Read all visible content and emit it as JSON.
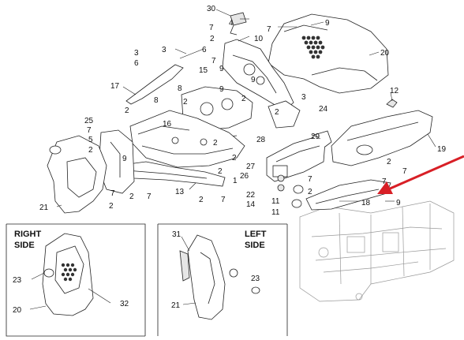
{
  "colors": {
    "arrow": "#d81f26",
    "line": "#222222",
    "ghost": "#999999"
  },
  "insets": {
    "right": {
      "title_line1": "RIGHT",
      "title_line2": "SIDE"
    },
    "left": {
      "title_line1": "LEFT",
      "title_line2": "SIDE"
    }
  },
  "callouts": [
    {
      "id": "c30",
      "text": "30"
    },
    {
      "id": "c4",
      "text": "4"
    },
    {
      "id": "c7a",
      "text": "7"
    },
    {
      "id": "c2a",
      "text": "2"
    },
    {
      "id": "c10",
      "text": "10"
    },
    {
      "id": "c9a",
      "text": "9"
    },
    {
      "id": "c7b",
      "text": "7"
    },
    {
      "id": "c3a",
      "text": "3"
    },
    {
      "id": "c6a",
      "text": "6"
    },
    {
      "id": "c3b",
      "text": "3"
    },
    {
      "id": "c6b",
      "text": "6"
    },
    {
      "id": "c7c",
      "text": "7"
    },
    {
      "id": "c17",
      "text": "17"
    },
    {
      "id": "c15",
      "text": "15"
    },
    {
      "id": "c9b",
      "text": "9"
    },
    {
      "id": "c8a",
      "text": "8"
    },
    {
      "id": "c8b",
      "text": "8"
    },
    {
      "id": "c9c",
      "text": "9"
    },
    {
      "id": "c2b",
      "text": "2"
    },
    {
      "id": "c2c",
      "text": "2"
    },
    {
      "id": "c16",
      "text": "16"
    },
    {
      "id": "c2d",
      "text": "2"
    },
    {
      "id": "c9d",
      "text": "9"
    },
    {
      "id": "c24",
      "text": "24"
    },
    {
      "id": "c3c",
      "text": "3"
    },
    {
      "id": "c2e",
      "text": "2"
    },
    {
      "id": "c20",
      "text": "20"
    },
    {
      "id": "c12",
      "text": "12"
    },
    {
      "id": "c25",
      "text": "25"
    },
    {
      "id": "c7d",
      "text": "7"
    },
    {
      "id": "c5",
      "text": "5"
    },
    {
      "id": "c2f",
      "text": "2"
    },
    {
      "id": "c28",
      "text": "28"
    },
    {
      "id": "c29",
      "text": "29"
    },
    {
      "id": "c19",
      "text": "19"
    },
    {
      "id": "c2g",
      "text": "2"
    },
    {
      "id": "c2h",
      "text": "2"
    },
    {
      "id": "c9e",
      "text": "9"
    },
    {
      "id": "c2i",
      "text": "2"
    },
    {
      "id": "c27",
      "text": "27"
    },
    {
      "id": "c26",
      "text": "26"
    },
    {
      "id": "c1",
      "text": "1"
    },
    {
      "id": "c13",
      "text": "13"
    },
    {
      "id": "c7e",
      "text": "7"
    },
    {
      "id": "c2j",
      "text": "2"
    },
    {
      "id": "c7f",
      "text": "7"
    },
    {
      "id": "c2k",
      "text": "2"
    },
    {
      "id": "c21a",
      "text": "21"
    },
    {
      "id": "c22",
      "text": "22"
    },
    {
      "id": "c14",
      "text": "14"
    },
    {
      "id": "c11a",
      "text": "11"
    },
    {
      "id": "c11b",
      "text": "11"
    },
    {
      "id": "c2l",
      "text": "2"
    },
    {
      "id": "c7g",
      "text": "7"
    },
    {
      "id": "c7h",
      "text": "7"
    },
    {
      "id": "c18",
      "text": "18"
    },
    {
      "id": "c9f",
      "text": "9"
    },
    {
      "id": "c2m",
      "text": "2"
    },
    {
      "id": "c7i",
      "text": "7"
    },
    {
      "id": "c2n",
      "text": "2"
    },
    {
      "id": "c7j",
      "text": "7"
    },
    {
      "id": "c23a",
      "text": "23"
    },
    {
      "id": "c20b",
      "text": "20"
    },
    {
      "id": "c32",
      "text": "32"
    },
    {
      "id": "c31",
      "text": "31"
    },
    {
      "id": "c23b",
      "text": "23"
    },
    {
      "id": "c21b",
      "text": "21"
    }
  ]
}
